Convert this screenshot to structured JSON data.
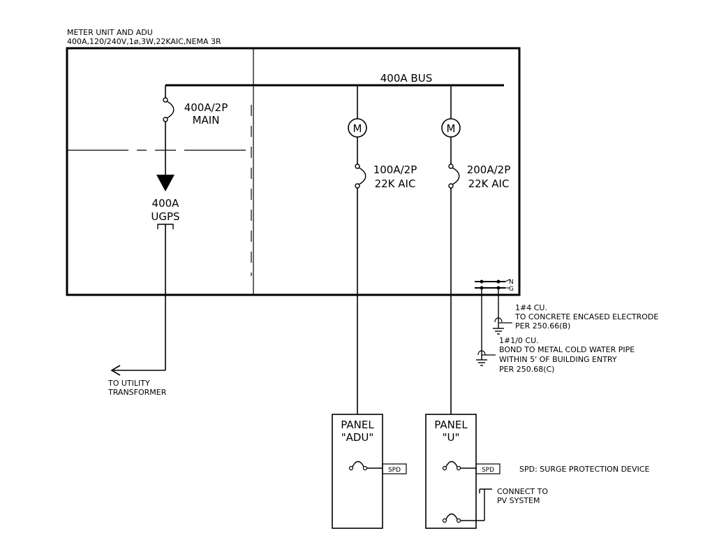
{
  "meter_unit": {
    "title": "METER UNIT AND ADU",
    "rating": "400A,120/240V,1ø,3W,22KAIC,NEMA 3R"
  },
  "bus_label": "400A BUS",
  "main_breaker": {
    "rating": "400A/2P",
    "label": "MAIN"
  },
  "ugps": {
    "rating": "400A",
    "label": "UGPS"
  },
  "meter_symbol": "M",
  "breaker_adu": {
    "rating": "100A/2P",
    "aic": "22K AIC"
  },
  "breaker_u": {
    "rating": "200A/2P",
    "aic": "22K AIC"
  },
  "ground_terminals": {
    "neutral": "N",
    "ground": "G"
  },
  "ground_note_1": {
    "conductor": "1#4 CU.",
    "line2": "TO CONCRETE ENCASED ELECTRODE",
    "line3": "PER 250.66(B)"
  },
  "ground_note_2": {
    "conductor": "1#1/0 CU.",
    "line2": "BOND TO METAL COLD WATER PIPE",
    "line3": "WITHIN 5' OF BUILDING ENTRY",
    "line4": "PER 250.68(C)"
  },
  "utility_note": {
    "line1": "TO UTILITY",
    "line2": "TRANSFORMER"
  },
  "panel_adu": {
    "line1": "PANEL",
    "line2": "\"ADU\"",
    "spd": "SPD"
  },
  "panel_u": {
    "line1": "PANEL",
    "line2": "\"U\"",
    "spd": "SPD"
  },
  "spd_legend": "SPD: SURGE PROTECTION DEVICE",
  "pv_note": {
    "line1": "CONNECT TO",
    "line2": "PV SYSTEM"
  }
}
